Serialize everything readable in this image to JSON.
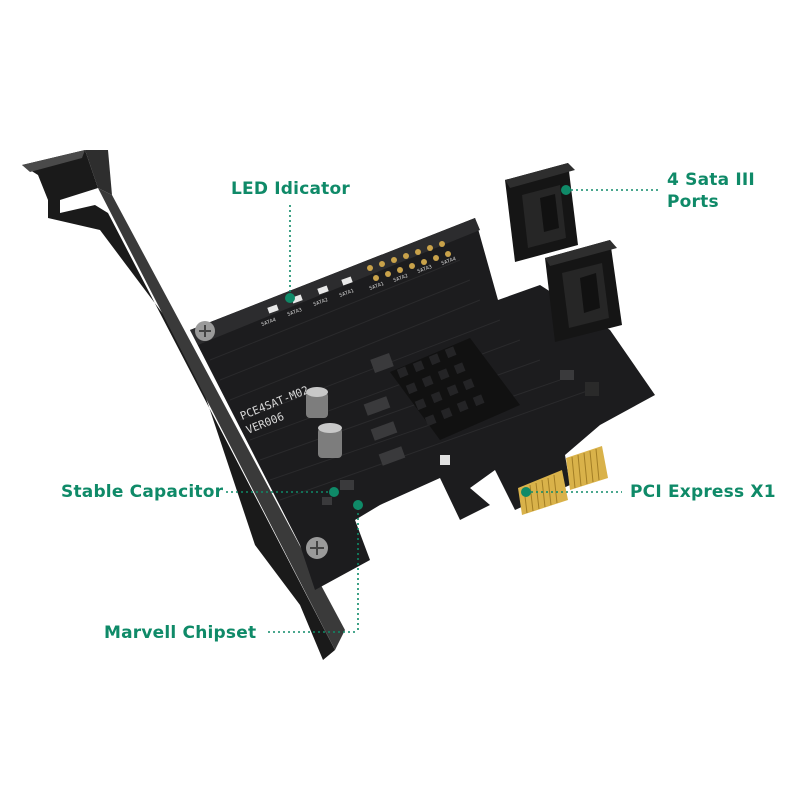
{
  "callouts": {
    "led_indicator": "LED Idicator",
    "sata_ports_line1": "4 Sata III",
    "sata_ports_line2": "Ports",
    "stable_capacitor": "Stable Capacitor",
    "pci_express": "PCI Express X1",
    "marvell_chipset": "Marvell Chipset"
  },
  "board_silkscreen": {
    "model": "PCE4SAT-M02",
    "version": "VER006",
    "led_labels": [
      "SATA4",
      "SATA3",
      "SATA2",
      "SATA1"
    ],
    "header_labels": [
      "SATA1",
      "SATA2",
      "SATA3",
      "SATA4"
    ]
  },
  "colors": {
    "accent": "#0f8a68",
    "pcb": "#1c1c1e",
    "gold_contacts": "#d9b24a"
  }
}
